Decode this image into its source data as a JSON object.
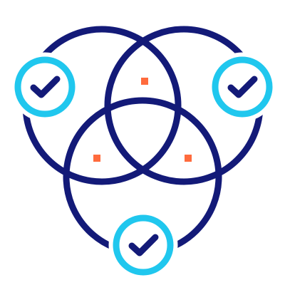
{
  "diagram": {
    "type": "venn-3-sets",
    "colors": {
      "circle_stroke": "#131a78",
      "badge_stroke": "#20c7ee",
      "checkmark": "#131a78",
      "overlap_marker": "#ff6b3d",
      "background": "#ffffff"
    },
    "sets": [
      {
        "name": "set-top-left",
        "badge_icon": "checkmark-icon",
        "status": "checked"
      },
      {
        "name": "set-top-right",
        "badge_icon": "checkmark-icon",
        "status": "checked"
      },
      {
        "name": "set-bottom",
        "badge_icon": "checkmark-icon",
        "status": "checked"
      }
    ],
    "overlap_markers": [
      {
        "region": "top-left-and-top-right",
        "icon": "square-marker-icon"
      },
      {
        "region": "top-left-and-bottom",
        "icon": "square-marker-icon"
      },
      {
        "region": "top-right-and-bottom",
        "icon": "square-marker-icon"
      }
    ]
  }
}
